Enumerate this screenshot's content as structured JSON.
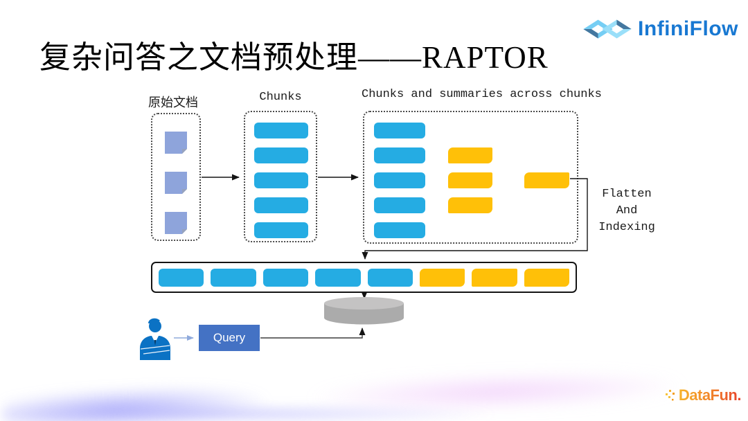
{
  "title": "复杂问答之文档预处理——RAPTOR",
  "header": {
    "logo_text": "InfiniFlow"
  },
  "diagram": {
    "source_label": "原始文档",
    "chunks_label": "Chunks",
    "summaries_label": "Chunks and summaries across chunks",
    "flatten_label": [
      "Flatten",
      "And",
      "Indexing"
    ],
    "query_label": "Query",
    "counts": {
      "source_docs": 3,
      "chunks": 5,
      "summary_blue": 5,
      "summary_yellow_mid": 3,
      "summary_yellow_right": 1,
      "bar_blue": 5,
      "bar_yellow": 3
    }
  },
  "footer": {
    "brand": "DataFun."
  },
  "colors": {
    "chunk_blue": "#25ACE3",
    "summary_yellow": "#FFC008",
    "note_purple": "#8EA4DB",
    "query_blue": "#4472C4",
    "person_blue": "#0B72C4",
    "cylinder_gray": "#ABABAB",
    "cylinder_gray_top": "#C4C3C3",
    "logo_blue": "#1878D2",
    "arrow_light_blue": "#8FAADC"
  }
}
